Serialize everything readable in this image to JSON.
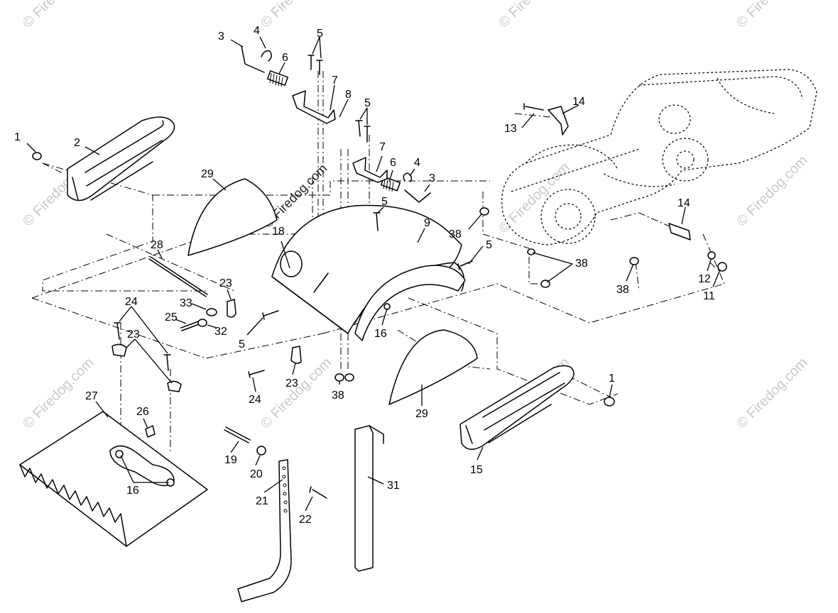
{
  "watermark": {
    "text": "© Firedog.com",
    "center_text": "© Firedog.com"
  },
  "callouts": [
    {
      "id": "c1a",
      "label": "1"
    },
    {
      "id": "c2",
      "label": "2"
    },
    {
      "id": "c3a",
      "label": "3"
    },
    {
      "id": "c4a",
      "label": "4"
    },
    {
      "id": "c5a",
      "label": "5"
    },
    {
      "id": "c6a",
      "label": "6"
    },
    {
      "id": "c7a",
      "label": "7"
    },
    {
      "id": "c8",
      "label": "8"
    },
    {
      "id": "c5b",
      "label": "5"
    },
    {
      "id": "c7b",
      "label": "7"
    },
    {
      "id": "c6b",
      "label": "6"
    },
    {
      "id": "c4b",
      "label": "4"
    },
    {
      "id": "c3b",
      "label": "3"
    },
    {
      "id": "c29a",
      "label": "29"
    },
    {
      "id": "c5c",
      "label": "5"
    },
    {
      "id": "c9",
      "label": "9"
    },
    {
      "id": "c18",
      "label": "18"
    },
    {
      "id": "c28",
      "label": "28"
    },
    {
      "id": "c23a",
      "label": "23"
    },
    {
      "id": "c33",
      "label": "33"
    },
    {
      "id": "c32",
      "label": "32"
    },
    {
      "id": "c25",
      "label": "25"
    },
    {
      "id": "c24a",
      "label": "24"
    },
    {
      "id": "c23b",
      "label": "23"
    },
    {
      "id": "c5d",
      "label": "5"
    },
    {
      "id": "c5e",
      "label": "5"
    },
    {
      "id": "c16a",
      "label": "16"
    },
    {
      "id": "c38a",
      "label": "38"
    },
    {
      "id": "c14a",
      "label": "14"
    },
    {
      "id": "c13",
      "label": "13"
    },
    {
      "id": "c14b",
      "label": "14"
    },
    {
      "id": "c38b",
      "label": "38"
    },
    {
      "id": "c38c",
      "label": "38"
    },
    {
      "id": "c12",
      "label": "12"
    },
    {
      "id": "c11",
      "label": "11"
    },
    {
      "id": "c1b",
      "label": "1"
    },
    {
      "id": "c15",
      "label": "15"
    },
    {
      "id": "c29b",
      "label": "29"
    },
    {
      "id": "c24b",
      "label": "24"
    },
    {
      "id": "c23c",
      "label": "23"
    },
    {
      "id": "c38d",
      "label": "38"
    },
    {
      "id": "c27",
      "label": "27"
    },
    {
      "id": "c26",
      "label": "26"
    },
    {
      "id": "c16b",
      "label": "16"
    },
    {
      "id": "c19",
      "label": "19"
    },
    {
      "id": "c20",
      "label": "20"
    },
    {
      "id": "c21",
      "label": "21"
    },
    {
      "id": "c22",
      "label": "22"
    },
    {
      "id": "c31",
      "label": "31"
    }
  ]
}
